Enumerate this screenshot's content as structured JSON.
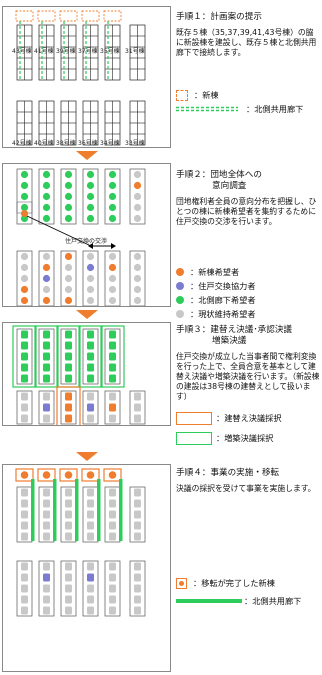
{
  "colors": {
    "orange": "#f07d2e",
    "blue": "#7b7bd0",
    "green": "#2ecc5b",
    "gray": "#c8c8c8",
    "frame": "#888888"
  },
  "step1": {
    "title": "手順１：計画案の提示",
    "body": "既存５棟（35,37,39,41,43号棟）の脇に新設棟を建設し、既存５棟と北側共用廊下で接続します。",
    "legend": {
      "new_building": "：新棟",
      "north_corridor": "：北側共用廊下"
    },
    "top_labels": [
      "43号棟",
      "41号棟",
      "39号棟",
      "37号棟",
      "35号棟",
      "31号棟"
    ],
    "bottom_labels": [
      "42号棟",
      "40号棟",
      "38号棟",
      "36号棟",
      "34号棟",
      "33号棟"
    ]
  },
  "step2": {
    "title_line1": "手順２：団地全体への",
    "title_line2": "意向調査",
    "body": "団地権利者全員の意向分布を把握し、ひとつの棟に新棟希望者を集約するために住戸交換の交渉を行います。",
    "exchange_label": "住戸交換の交渉",
    "legend": [
      "：新棟希望者",
      "：住戸交換協力者",
      "：北側廊下希望者",
      "：現状維持希望者"
    ]
  },
  "step3": {
    "title_line1": "手順３：建替え決議･承認決議",
    "title_line2": "増築決議",
    "body": "住戸交換が成立した当事者間で権利変換を行った上で、全員合意を基本として建替え決議や増築決議を行います。（新設棟の建設は38号棟の建替えとして扱います）",
    "legend": [
      "：建替え決議採択",
      "：増築決議採択"
    ]
  },
  "step4": {
    "title": "手順４：事業の実施・移転",
    "body": "決議の採択を受けて事業を実施します。",
    "legend": [
      "：移転が完了した新棟",
      "：北側共用廊下"
    ]
  }
}
